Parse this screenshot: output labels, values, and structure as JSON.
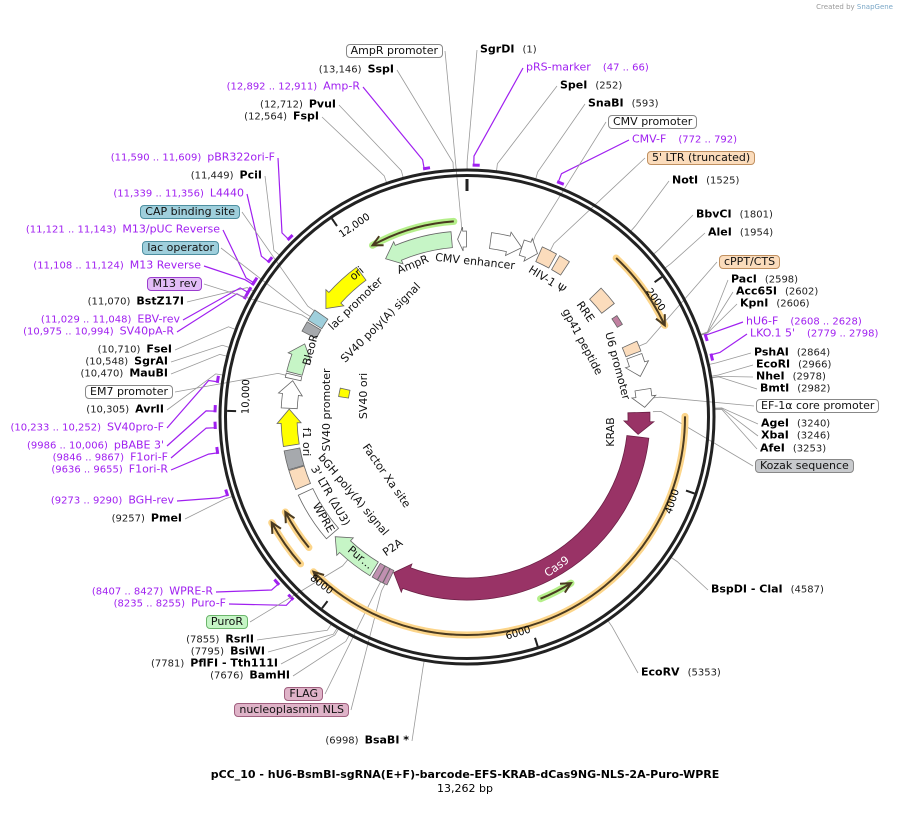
{
  "header": {
    "credit": "Created by",
    "brand": "SnapGene"
  },
  "map": {
    "title": "pCC_10 - hU6-BsmBI-sgRNA(E+F)-barcode-EFS-KRAB-dCas9NG-NLS-2A-Puro-WPRE",
    "length_text": "13,262 bp",
    "total_bp": 13262
  },
  "ticks": [
    {
      "pos": 2000,
      "label": "2000"
    },
    {
      "pos": 4000,
      "label": "4000"
    },
    {
      "pos": 6000,
      "label": "6000"
    },
    {
      "pos": 8000,
      "label": "8000"
    },
    {
      "pos": 10000,
      "label": "10,000"
    },
    {
      "pos": 12000,
      "label": "12,000"
    }
  ],
  "sites": [
    {
      "name": "SgrDI",
      "pos": 1,
      "pos_text": "(1)"
    },
    {
      "name": "SpeI",
      "pos": 252,
      "pos_text": "(252)"
    },
    {
      "name": "SnaBI",
      "pos": 593,
      "pos_text": "(593)"
    },
    {
      "name": "NotI",
      "pos": 1525,
      "pos_text": "(1525)"
    },
    {
      "name": "BbvCI",
      "pos": 1801,
      "pos_text": "(1801)"
    },
    {
      "name": "AleI",
      "pos": 1954,
      "pos_text": "(1954)"
    },
    {
      "name": "PacI",
      "pos": 2598,
      "pos_text": "(2598)"
    },
    {
      "name": "Acc65I",
      "pos": 2602,
      "pos_text": "(2602)"
    },
    {
      "name": "KpnI",
      "pos": 2606,
      "pos_text": "(2606)"
    },
    {
      "name": "PshAI",
      "pos": 2864,
      "pos_text": "(2864)"
    },
    {
      "name": "EcoRI",
      "pos": 2966,
      "pos_text": "(2966)"
    },
    {
      "name": "NheI",
      "pos": 2978,
      "pos_text": "(2978)"
    },
    {
      "name": "BmtI",
      "pos": 2982,
      "pos_text": "(2982)"
    },
    {
      "name": "AgeI",
      "pos": 3240,
      "pos_text": "(3240)"
    },
    {
      "name": "XbaI",
      "pos": 3246,
      "pos_text": "(3246)"
    },
    {
      "name": "AfeI",
      "pos": 3253,
      "pos_text": "(3253)"
    },
    {
      "name": "BspDI  - ClaI",
      "pos": 4587,
      "pos_text": "(4587)"
    },
    {
      "name": "EcoRV",
      "pos": 5353,
      "pos_text": "(5353)"
    },
    {
      "name": "SspI",
      "pos": 13146,
      "pos_text": "(13,146)"
    },
    {
      "name": "PvuI",
      "pos": 12712,
      "pos_text": "(12,712)"
    },
    {
      "name": "FspI",
      "pos": 12564,
      "pos_text": "(12,564)"
    },
    {
      "name": "PciI",
      "pos": 11449,
      "pos_text": "(11,449)"
    },
    {
      "name": "BstZ17I",
      "pos": 11070,
      "pos_text": "(11,070)"
    },
    {
      "name": "FseI",
      "pos": 10710,
      "pos_text": "(10,710)"
    },
    {
      "name": "SgrAI",
      "pos": 10548,
      "pos_text": "(10,548)"
    },
    {
      "name": "MauBI",
      "pos": 10470,
      "pos_text": "(10,470)"
    },
    {
      "name": "AvrII",
      "pos": 10305,
      "pos_text": "(10,305)"
    },
    {
      "name": "PmeI",
      "pos": 9257,
      "pos_text": "(9257)"
    },
    {
      "name": "RsrII",
      "pos": 7855,
      "pos_text": "(7855)"
    },
    {
      "name": "BsiWI",
      "pos": 7795,
      "pos_text": "(7795)"
    },
    {
      "name": "PflFI  - Tth111I",
      "pos": 7781,
      "pos_text": "(7781)"
    },
    {
      "name": "BamHI",
      "pos": 7676,
      "pos_text": "(7676)"
    },
    {
      "name": "BsaBI *",
      "pos": 6998,
      "pos_text": "(6998)"
    }
  ],
  "primers": [
    {
      "name": "pRS-marker",
      "range": "(47 .. 66)",
      "start": 47,
      "end": 66
    },
    {
      "name": "CMV-F",
      "range": "(772 .. 792)",
      "start": 772,
      "end": 792
    },
    {
      "name": "hU6-F",
      "range": "(2608 .. 2628)",
      "start": 2608,
      "end": 2628
    },
    {
      "name": "LKO.1 5'",
      "range": "(2779 .. 2798)",
      "start": 2779,
      "end": 2798
    },
    {
      "name": "Amp-R",
      "range": "(12,892 .. 12,911)",
      "start": 12892,
      "end": 12911
    },
    {
      "name": "pBR322ori-F",
      "range": "(11,590 .. 11,609)",
      "start": 11590,
      "end": 11609
    },
    {
      "name": "L4440",
      "range": "(11,339 .. 11,356)",
      "start": 11339,
      "end": 11356
    },
    {
      "name": "M13/pUC Reverse",
      "range": "(11,121 .. 11,143)",
      "start": 11121,
      "end": 11143
    },
    {
      "name": "M13 Reverse",
      "range": "(11,108 .. 11,124)",
      "start": 11108,
      "end": 11124
    },
    {
      "name": "EBV-rev",
      "range": "(11,029 .. 11,048)",
      "start": 11029,
      "end": 11048
    },
    {
      "name": "SV40pA-R",
      "range": "(10,975 .. 10,994)",
      "start": 10975,
      "end": 10994
    },
    {
      "name": "SV40pro-F",
      "range": "(10,233 .. 10,252)",
      "start": 10233,
      "end": 10252
    },
    {
      "name": "pBABE 3'",
      "range": "(9986 .. 10,006)",
      "start": 9986,
      "end": 10006
    },
    {
      "name": "F1ori-F",
      "range": "(9846 .. 9867)",
      "start": 9846,
      "end": 9867
    },
    {
      "name": "F1ori-R",
      "range": "(9636 .. 9655)",
      "start": 9636,
      "end": 9655
    },
    {
      "name": "BGH-rev",
      "range": "(9273 .. 9290)",
      "start": 9273,
      "end": 9290
    },
    {
      "name": "WPRE-R",
      "range": "(8407 .. 8427)",
      "start": 8407,
      "end": 8427
    },
    {
      "name": "Puro-F",
      "range": "(8235 .. 8255)",
      "start": 8235,
      "end": 8255
    }
  ],
  "feature_boxes": [
    {
      "name": "CMV promoter",
      "pos": 760,
      "fill": "#ffffff",
      "border": "#888888"
    },
    {
      "name": "5' LTR (truncated)",
      "pos": 980,
      "fill": "#fbdcbc",
      "border": "#c09060"
    },
    {
      "name": "cPPT/CTS",
      "pos": 2490,
      "fill": "#fbdcbc",
      "border": "#c09060"
    },
    {
      "name": "EF-1α core promoter",
      "pos": 3100,
      "fill": "#ffffff",
      "border": "#888888"
    },
    {
      "name": "Kozak sequence",
      "pos": 3255,
      "fill": "#c8cacd",
      "border": "#888888"
    },
    {
      "name": "AmpR promoter",
      "pos": 13200,
      "fill": "#ffffff",
      "border": "#888888"
    },
    {
      "name": "CAP binding site",
      "pos": 11230,
      "fill": "#9fcfdc",
      "border": "#4d8fa0"
    },
    {
      "name": "lac operator",
      "pos": 11150,
      "fill": "#9fcfdc",
      "border": "#4d8fa0"
    },
    {
      "name": "M13 rev",
      "pos": 11115,
      "fill": "#e3bdf7",
      "border": "#9b3ccf"
    },
    {
      "name": "EM7 promoter",
      "pos": 10425,
      "fill": "#ffffff",
      "border": "#888888"
    },
    {
      "name": "PuroR",
      "pos": 8100,
      "fill": "#c6f5c6",
      "border": "#6bb56b"
    },
    {
      "name": "FLAG",
      "pos": 7650,
      "fill": "#dfb3c8",
      "border": "#a0607f"
    },
    {
      "name": "nucleoplasmin NLS",
      "pos": 7595,
      "fill": "#dfb3c8",
      "border": "#a0607f"
    }
  ],
  "features": [
    {
      "name": "AmpR promoter",
      "start": 13150,
      "end": 13255,
      "dir": -1,
      "color": "#ffffff"
    },
    {
      "name": "CMV enhancer",
      "start": 280,
      "end": 660,
      "dir": 1,
      "color": "#ffffff"
    },
    {
      "name": "CMV promoter",
      "start": 660,
      "end": 860,
      "dir": 1,
      "color": "#ffffff"
    },
    {
      "name": "5' LTR (truncated)",
      "start": 880,
      "end": 1060,
      "dir": 0,
      "color": "#fbdcbc"
    },
    {
      "name": "HIV-1 Ψ",
      "start": 1100,
      "end": 1230,
      "dir": 0,
      "color": "#fbdcbc"
    },
    {
      "name": "RRE",
      "start": 1700,
      "end": 1930,
      "dir": 0,
      "color": "#fbdcbc"
    },
    {
      "name": "gp41 peptide",
      "start": 2060,
      "end": 2180,
      "dir": 0,
      "color": "#c080a0"
    },
    {
      "name": "cPPT/CTS",
      "start": 2430,
      "end": 2550,
      "dir": 0,
      "color": "#fbdcbc"
    },
    {
      "name": "U6 promoter",
      "start": 2580,
      "end": 2830,
      "dir": 1,
      "color": "#ffffff"
    },
    {
      "name": "EF-1α core promoter",
      "start": 2990,
      "end": 3200,
      "dir": 1,
      "color": "#ffffff"
    },
    {
      "name": "KRAB",
      "start": 3260,
      "end": 3530,
      "dir": 1,
      "color": "#993366"
    },
    {
      "name": "Cas9",
      "start": 3560,
      "end": 7560,
      "dir": 1,
      "color": "#993366"
    },
    {
      "name": "nucleoplasmin NLS",
      "start": 7570,
      "end": 7620,
      "dir": 0,
      "color": "#c090b0"
    },
    {
      "name": "FLAG",
      "start": 7625,
      "end": 7690,
      "dir": 0,
      "color": "#c090b0"
    },
    {
      "name": "P2A",
      "start": 7695,
      "end": 7760,
      "dir": 0,
      "color": "#c090b0"
    },
    {
      "name": "PuroR",
      "start": 7790,
      "end": 8390,
      "dir": 1,
      "color": "#c6f5c6"
    },
    {
      "name": "WPRE",
      "start": 8440,
      "end": 9030,
      "dir": 0,
      "color": "#ffffff"
    },
    {
      "name": "3' LTR (ΔU3)",
      "start": 9100,
      "end": 9330,
      "dir": 0,
      "color": "#fbdcbc"
    },
    {
      "name": "bGH poly(A) signal",
      "start": 9340,
      "end": 9560,
      "dir": 0,
      "color": "#a6a9ad"
    },
    {
      "name": "f1 ori",
      "start": 9610,
      "end": 10040,
      "dir": 1,
      "color": "#ffff00"
    },
    {
      "name": "SV40 promoter",
      "start": 10050,
      "end": 10380,
      "dir": 1,
      "color": "#ffffff"
    },
    {
      "name": "EM7 promoter",
      "start": 10400,
      "end": 10450,
      "dir": 0,
      "color": "#ffffff"
    },
    {
      "name": "BleoR",
      "start": 10470,
      "end": 10840,
      "dir": 1,
      "color": "#c6f5c6"
    },
    {
      "name": "SV40 poly(A) signal",
      "start": 10960,
      "end": 11080,
      "dir": 0,
      "color": "#a6a9ad"
    },
    {
      "name": "lac promoter",
      "start": 11100,
      "end": 11240,
      "dir": 0,
      "color": "#9fcfdc"
    },
    {
      "name": "ori",
      "start": 11330,
      "end": 11920,
      "dir": -1,
      "color": "#ffff00"
    },
    {
      "name": "AmpR",
      "start": 12260,
      "end": 13080,
      "dir": -1,
      "color": "#c6f5c6"
    },
    {
      "name": "SV40 ori",
      "start": 10280,
      "end": 10420,
      "dir": 0,
      "color": "#ffff00"
    }
  ],
  "orfs": [
    {
      "start": 1590,
      "end": 2400,
      "dir": 1,
      "color": "#fcd58a"
    },
    {
      "start": 3310,
      "end": 8280,
      "dir": 1,
      "color": "#fcd58a"
    },
    {
      "start": 8490,
      "end": 8930,
      "dir": 1,
      "color": "#fcd58a"
    },
    {
      "start": 8420,
      "end": 8900,
      "dir": 1,
      "color": "#fcd58a"
    },
    {
      "start": 12200,
      "end": 13120,
      "dir": -1,
      "color": "#b5ef8a"
    },
    {
      "start": 5450,
      "end": 5820,
      "dir": -1,
      "color": "#b5ef8a"
    }
  ],
  "inner_labels": [
    "CMV enhancer",
    "HIV-1 Ψ",
    "RRE",
    "gp41 peptide",
    "U6 promoter",
    "KRAB",
    "Cas9",
    "P2A",
    "Pur…",
    "WPRE",
    "3' LTR (ΔU3)",
    "bGH poly(A) signal",
    "f1 ori",
    "SV40 promoter",
    "BleoR",
    "SV40 ori",
    "Factor Xa site",
    "SV40 poly(A) signal",
    "lac promoter",
    "AmpR",
    "ori"
  ]
}
